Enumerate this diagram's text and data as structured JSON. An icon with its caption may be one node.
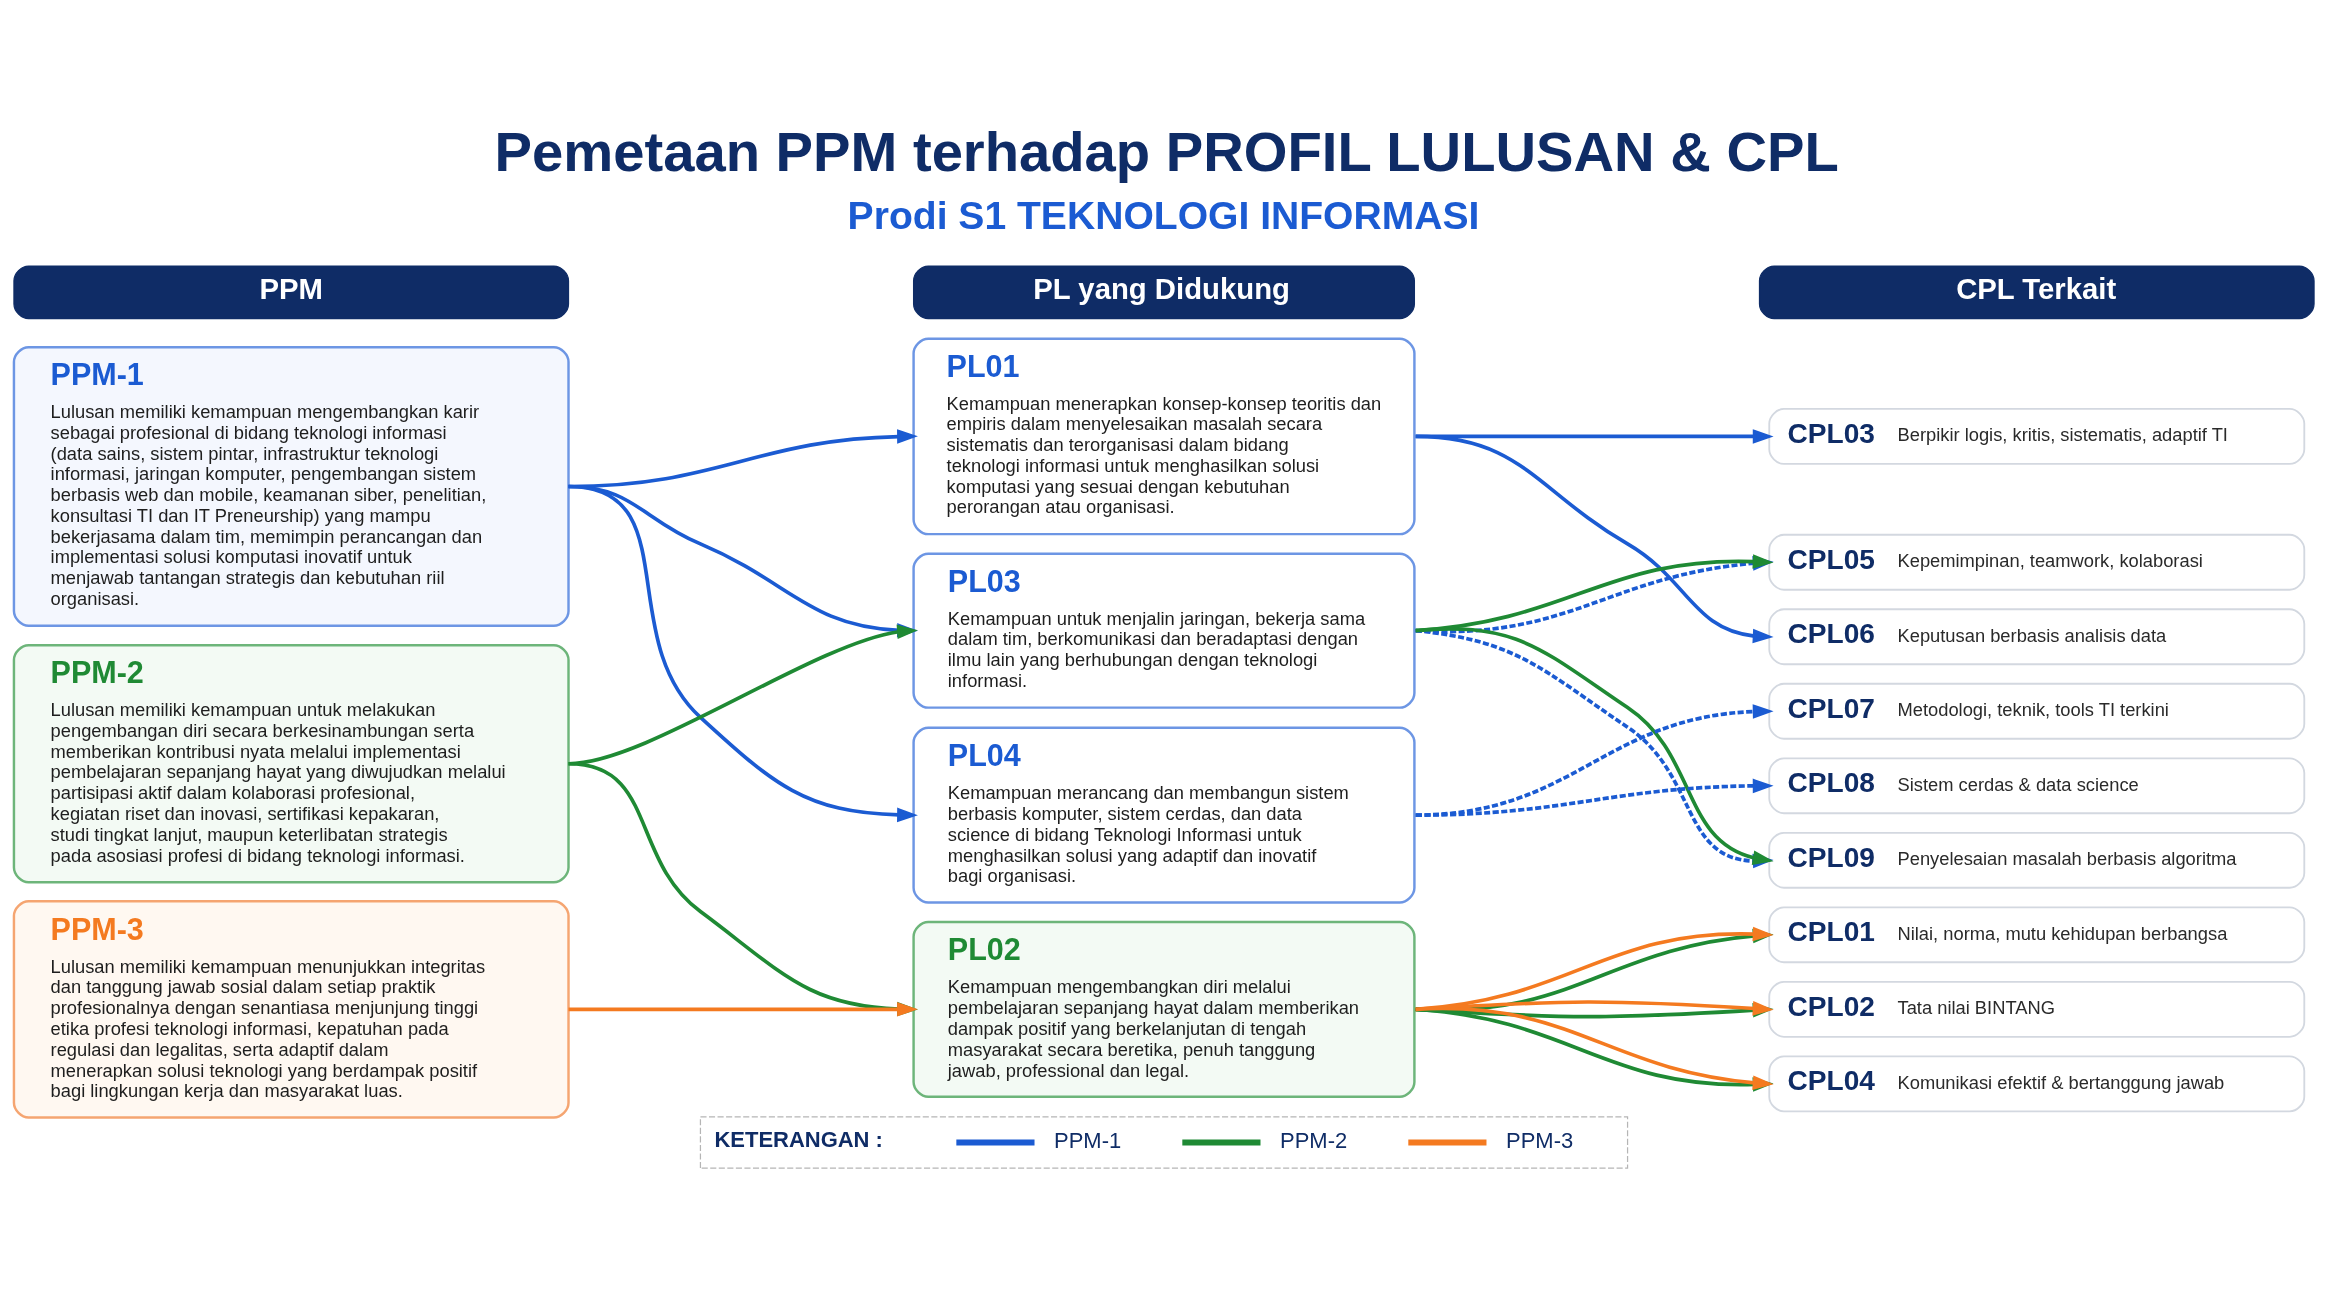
{
  "diagram": {
    "title": "Pemetaan PPM terhadap PROFIL LULUSAN & CPL",
    "nodes": [
      {
        "text": [
          "PPM"
        ]
      },
      {
        "text": [
          "PPM-1",
          "Lulusan memiliki kemampuan mengembangkan karir sebagai profesional di bidang teknologi informasi (data sains, sistem pintar, infrastruktur teknologi informasi, jaringan komputer, pengembangan sistem berbasis web dan mobile, keamanan siber, penelitian, konsultasi TI dan IT Preneurship) yang mampu bekerjasama dalam tim, memimpin perancangan dan implementasi solusi komputasi inovatif untuk menjawab tantangan strategis dan kebutuhan riil organisasi."
        ]
      },
      {
        "text": [
          "PPM-2",
          "Lulusan memiliki kemampuan untuk melakukan pengembangan diri secara berkesinambungan serta memberikan kontribusi nyata melalui implementasi pembelajaran sepanjang hayat yang diwujudkan melalui partisipasi aktif dalam kolaborasi profesional, kegiatan riset dan inovasi, sertifikasi kepakaran, studi tingkat lanjut, maupun keterlibatan strategis pada asosiasi profesi di bidang teknologi informasi."
        ]
      },
      {
        "text": [
          "PPM-3",
          "Lulusan memiliki kemampuan menunjukkan integritas dan tanggung jawab sosial dalam setiap praktik profesionalnya dengan senantiasa menjunjung tinggi etika profesi teknologi informasi, kepatuhan pada regulasi dan legalitas, serta adaptif dalam menerapkan solusi teknologi yang berdampak positif bagi lingkungan kerja dan masyarakat luas."
        ]
      },
      {
        "text": [
          "PL yang Didukung"
        ]
      },
      {
        "text": [
          "PL01",
          "Kemampuan menerapkan konsep-konsep teoritis dan empiris dalam menyelesaikan masalah secara sistematis dan terorganisasi dalam bidang teknologi informasi untuk menghasilkan solusi komputasi yang sesuai dengan kebutuhan perorangan atau organisasi."
        ]
      },
      {
        "text": [
          "PL03",
          "Kemampuan untuk menjalin jaringan, bekerja sama dalam tim, berkomunikasi dan beradaptasi dengan ilmu lain yang berhubungan dengan teknologi informasi."
        ]
      },
      {
        "text": [
          "PL04",
          "Kemampuan merancang dan membangun sistem berbasis komputer, sistem cerdas, dan data science di bidang Teknologi Informasi untuk menghasilkan solusi yang adaptif dan inovatif bagi organisasi."
        ]
      },
      {
        "text": [
          "PL02",
          "Kemampuan mengembangkan diri melalui pembelajaran sepanjang hayat dalam memberikan dampak positif yang berkelanjutan di tengah masyarakat secara beretika, penuh tanggung jawab, professional dan legal."
        ]
      },
      {
        "text": [
          "CPL Terkait"
        ]
      },
      {
        "text": [
          "CPL03",
          "Berpikir logis, kritis, sistematis, adaptif TI"
        ]
      },
      {
        "text": [
          "CPL05",
          "Kepemimpinan, teamwork, kolaborasi"
        ]
      },
      {
        "text": [
          "CPL06",
          "Keputusan berbasis analisis data"
        ]
      },
      {
        "text": [
          "CPL07",
          "Metodologi, teknik, tools TI terkini"
        ]
      },
      {
        "text": [
          "CPL08",
          "Sistem cerdas & data science"
        ]
      },
      {
        "text": [
          "CPL09",
          "Penyelesaian masalah berbasis algoritma"
        ]
      },
      {
        "text": [
          "CPL01",
          "Nilai, norma, mutu kehidupan berbangsa"
        ]
      },
      {
        "text": [
          "CPL02",
          "Tata nilai BINTANG"
        ]
      },
      {
        "text": [
          "CPL04",
          "Komunikasi efektif & bertanggung jawab"
        ]
      }
    ],
    "edges": [
      {
        "from": 1,
        "to": 5,
        "arrow": "to"
      },
      {
        "from": 1,
        "to": 6,
        "arrow": "to"
      },
      {
        "from": 1,
        "to": 7,
        "arrow": "to"
      },
      {
        "from": 2,
        "to": 6,
        "arrow": "to",
        "color": "#1f8a34"
      },
      {
        "from": 2,
        "to": 8,
        "arrow": "to",
        "color": "#1f8a34"
      },
      {
        "from": 3,
        "to": 8,
        "arrow": "to",
        "color": "#f47a20"
      },
      {
        "from": 5,
        "to": 10,
        "arrow": "to"
      },
      {
        "from": 5,
        "to": 12,
        "arrow": "to"
      },
      {
        "from": 6,
        "to": 11,
        "arrow": "to",
        "style": "dashed"
      },
      {
        "from": 6,
        "to": 15,
        "arrow": "to",
        "style": "dashed"
      },
      {
        "from": 6,
        "to": 11,
        "arrow": "to",
        "color": "#1f8a34"
      },
      {
        "from": 6,
        "to": 15,
        "arrow": "to",
        "color": "#1f8a34"
      },
      {
        "from": 7,
        "to": 13,
        "arrow": "to",
        "style": "dashed"
      },
      {
        "from": 7,
        "to": 14,
        "arrow": "to",
        "style": "dashed"
      },
      {
        "from": 8,
        "to": 16,
        "arrow": "to",
        "color": "#1f8a34"
      },
      {
        "from": 8,
        "to": 17,
        "arrow": "to",
        "color": "#1f8a34"
      },
      {
        "from": 8,
        "to": 18,
        "arrow": "to",
        "color": "#1f8a34"
      },
      {
        "from": 8,
        "to": 16,
        "arrow": "to",
        "color": "#f47a20"
      },
      {
        "from": 8,
        "to": 17,
        "arrow": "to",
        "color": "#f47a20"
      },
      {
        "from": 8,
        "to": 18,
        "arrow": "to",
        "color": "#f47a20"
      }
    ],
    "labels": [
      "Prodi S1 TEKNOLOGI INFORMASI",
      "KETERANGAN :"
    ],
    "legend": [
      {
        "text": "PPM-1",
        "color": "#1b5bd2"
      },
      {
        "text": "PPM-2",
        "color": "#1f8a34"
      },
      {
        "text": "PPM-3",
        "color": "#f47a20"
      }
    ]
  }
}
